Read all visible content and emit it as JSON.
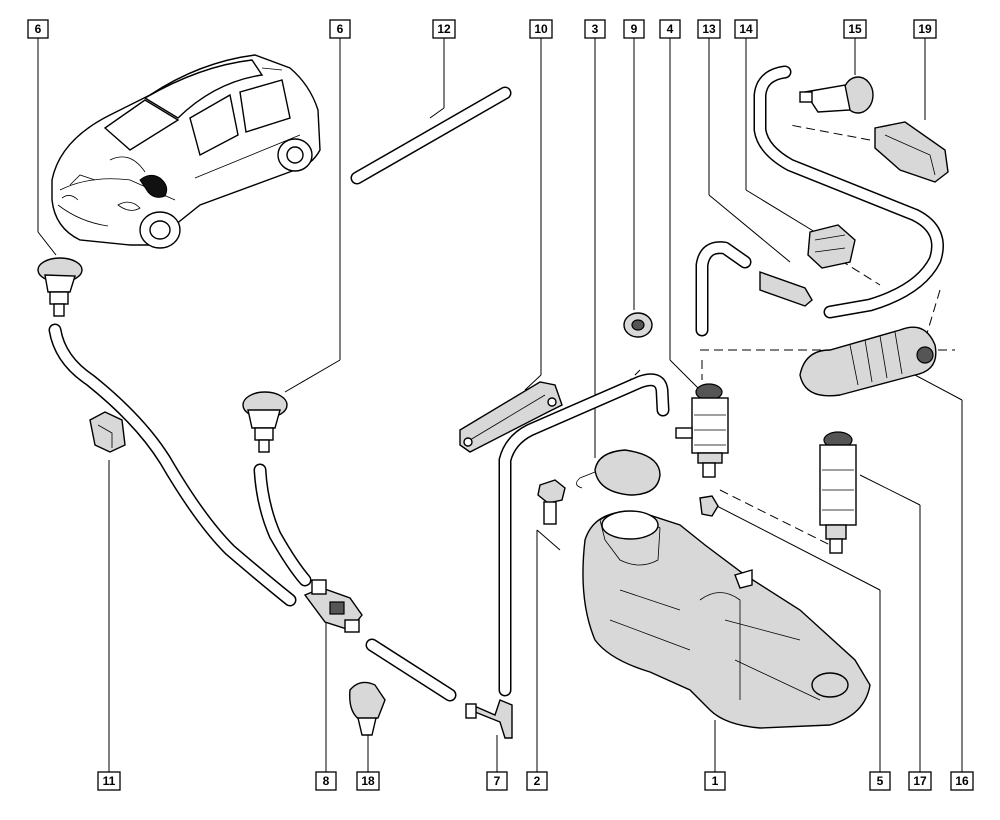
{
  "callouts": {
    "c6a": "6",
    "c6b": "6",
    "c12": "12",
    "c10": "10",
    "c3": "3",
    "c9": "9",
    "c4": "4",
    "c13": "13",
    "c14": "14",
    "c15": "15",
    "c19": "19",
    "c11": "11",
    "c8": "8",
    "c18": "18",
    "c7": "7",
    "c2": "2",
    "c1": "1",
    "c5": "5",
    "c17": "17",
    "c16": "16"
  }
}
